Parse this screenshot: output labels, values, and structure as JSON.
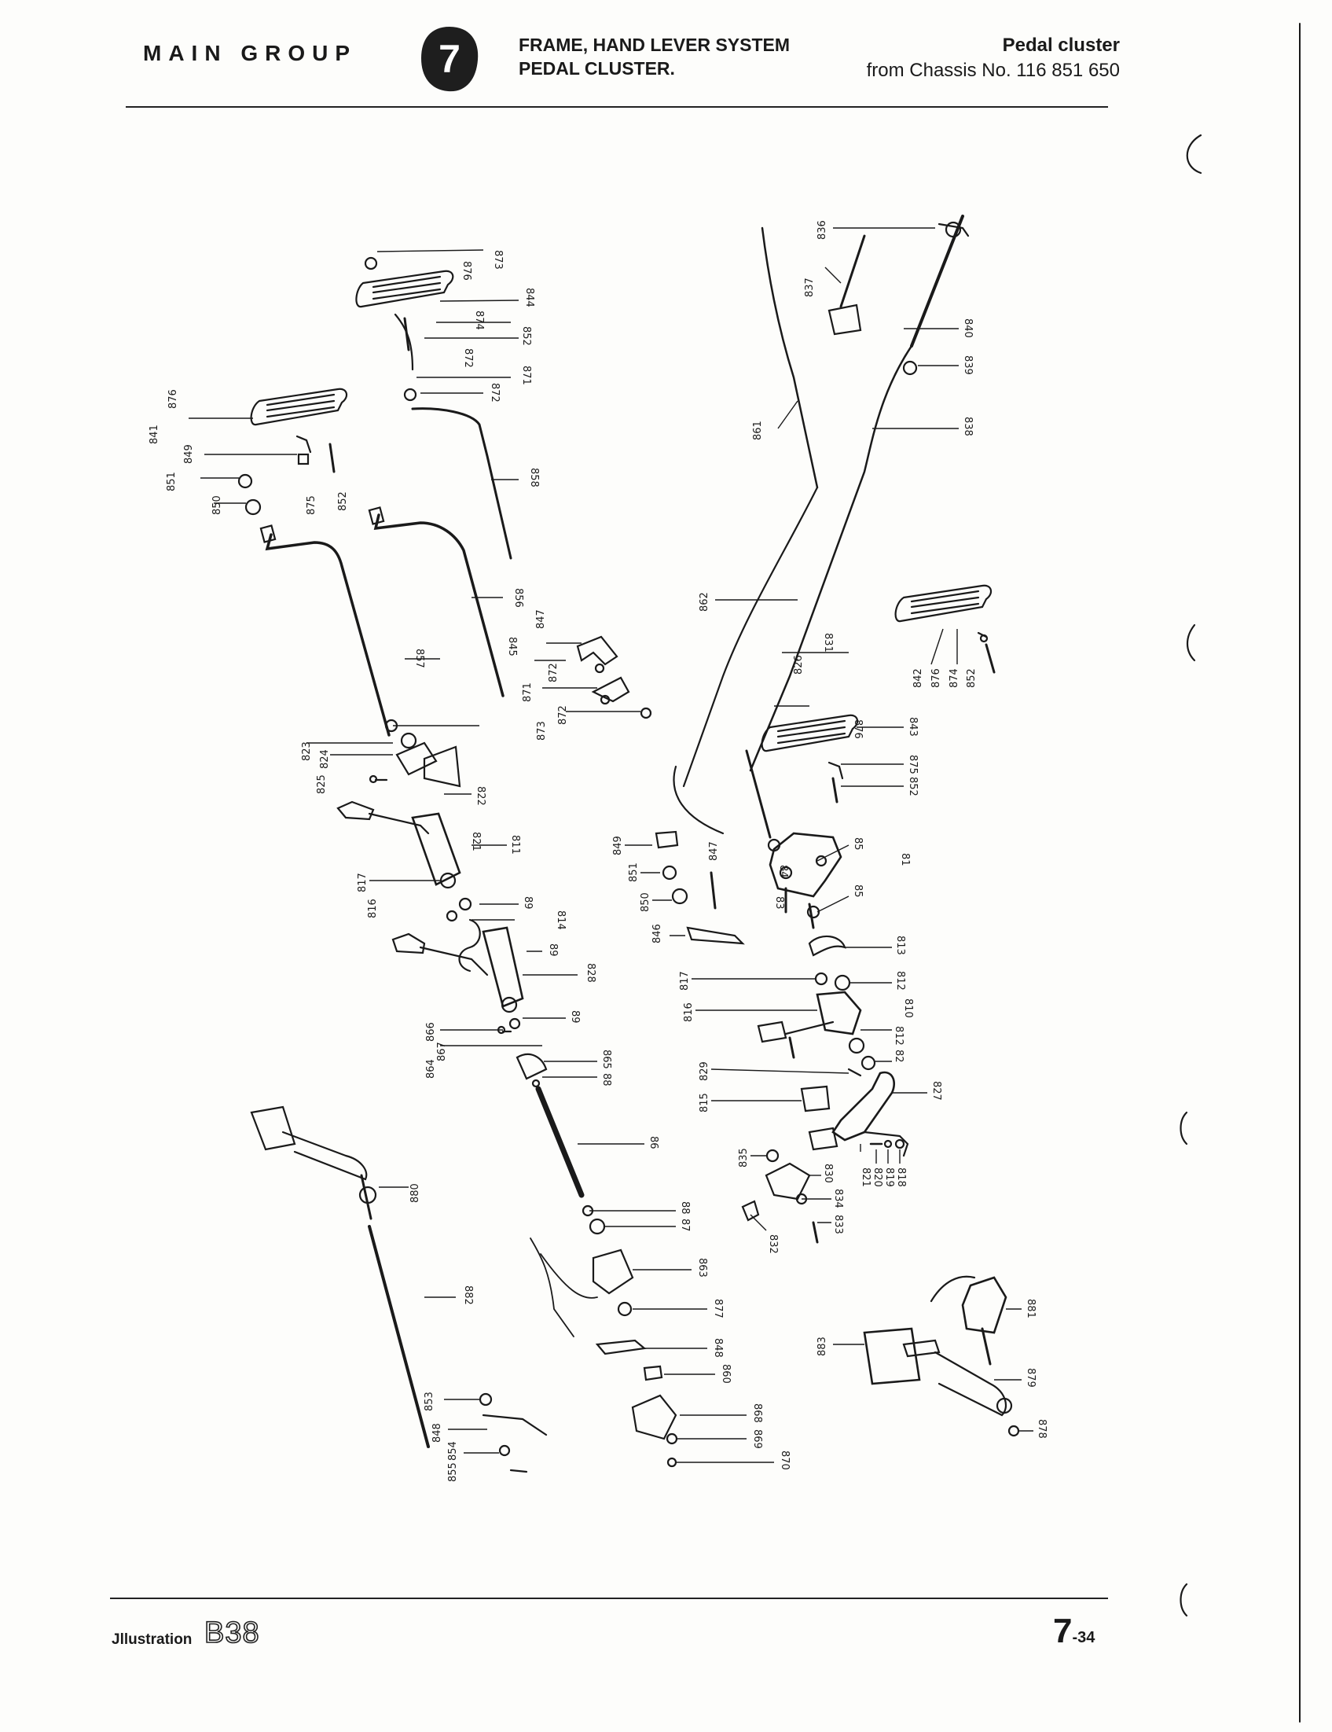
{
  "header": {
    "main_group": "MAIN GROUP",
    "group_number": "7",
    "title_line1": "FRAME, HAND LEVER SYSTEM",
    "title_line2": "PEDAL CLUSTER.",
    "section_title": "Pedal cluster",
    "chassis_note": "from Chassis No. 116 851 650"
  },
  "footer": {
    "illustration_label": "Jllustration",
    "illustration_code": "B38",
    "page_main": "7",
    "page_sub": "-34"
  },
  "part_labels": [
    "873",
    "876",
    "844",
    "874",
    "852",
    "872",
    "871",
    "872",
    "858",
    "876",
    "841",
    "849",
    "851",
    "850",
    "875",
    "852",
    "856",
    "857",
    "847",
    "845",
    "872",
    "871",
    "872",
    "873",
    "823",
    "824",
    "825",
    "822",
    "821",
    "811",
    "817",
    "816",
    "89",
    "814",
    "89",
    "828",
    "89",
    "866",
    "867",
    "864",
    "865",
    "88",
    "86",
    "880",
    "882",
    "88",
    "87",
    "863",
    "877",
    "848",
    "860",
    "868",
    "869",
    "870",
    "853",
    "848",
    "854",
    "855",
    "836",
    "837",
    "840",
    "839",
    "838",
    "861",
    "831",
    "862",
    "826",
    "876",
    "843",
    "875",
    "852",
    "842",
    "876",
    "874",
    "852",
    "849",
    "851",
    "847",
    "850",
    "846",
    "85",
    "81",
    "84",
    "83",
    "85",
    "813",
    "817",
    "812",
    "816",
    "810",
    "812",
    "82",
    "829",
    "815",
    "827",
    "835",
    "830",
    "821",
    "820",
    "819",
    "818",
    "834",
    "833",
    "832",
    "881",
    "883",
    "879",
    "878"
  ]
}
